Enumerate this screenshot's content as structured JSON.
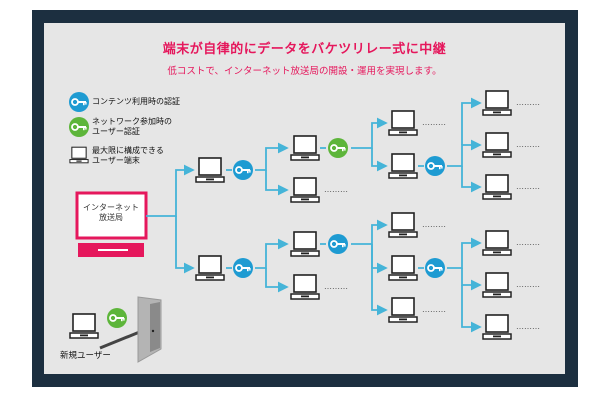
{
  "title": "端末が自律的にデータをバケツリレー式に中継",
  "subtitle": "低コストで、インターネット放送局の開設・運用を実現します。",
  "legend": {
    "key_blue": "コンテンツ利用時の認証",
    "key_green_line1": "ネットワーク参加時の",
    "key_green_line2": "ユーザー認証",
    "terminal_line1": "最大限に構成できる",
    "terminal_line2": "ユーザー端末"
  },
  "isp": {
    "line1": "インターネット",
    "line2": "放送局"
  },
  "new_user": "新規ユーザー",
  "ellipsis": "………",
  "colors": {
    "accent": "#e5175c",
    "key_blue": "#1e9bd2",
    "key_green": "#5db53a",
    "arrow": "#45b4d8",
    "frame": "#1c2f40"
  }
}
